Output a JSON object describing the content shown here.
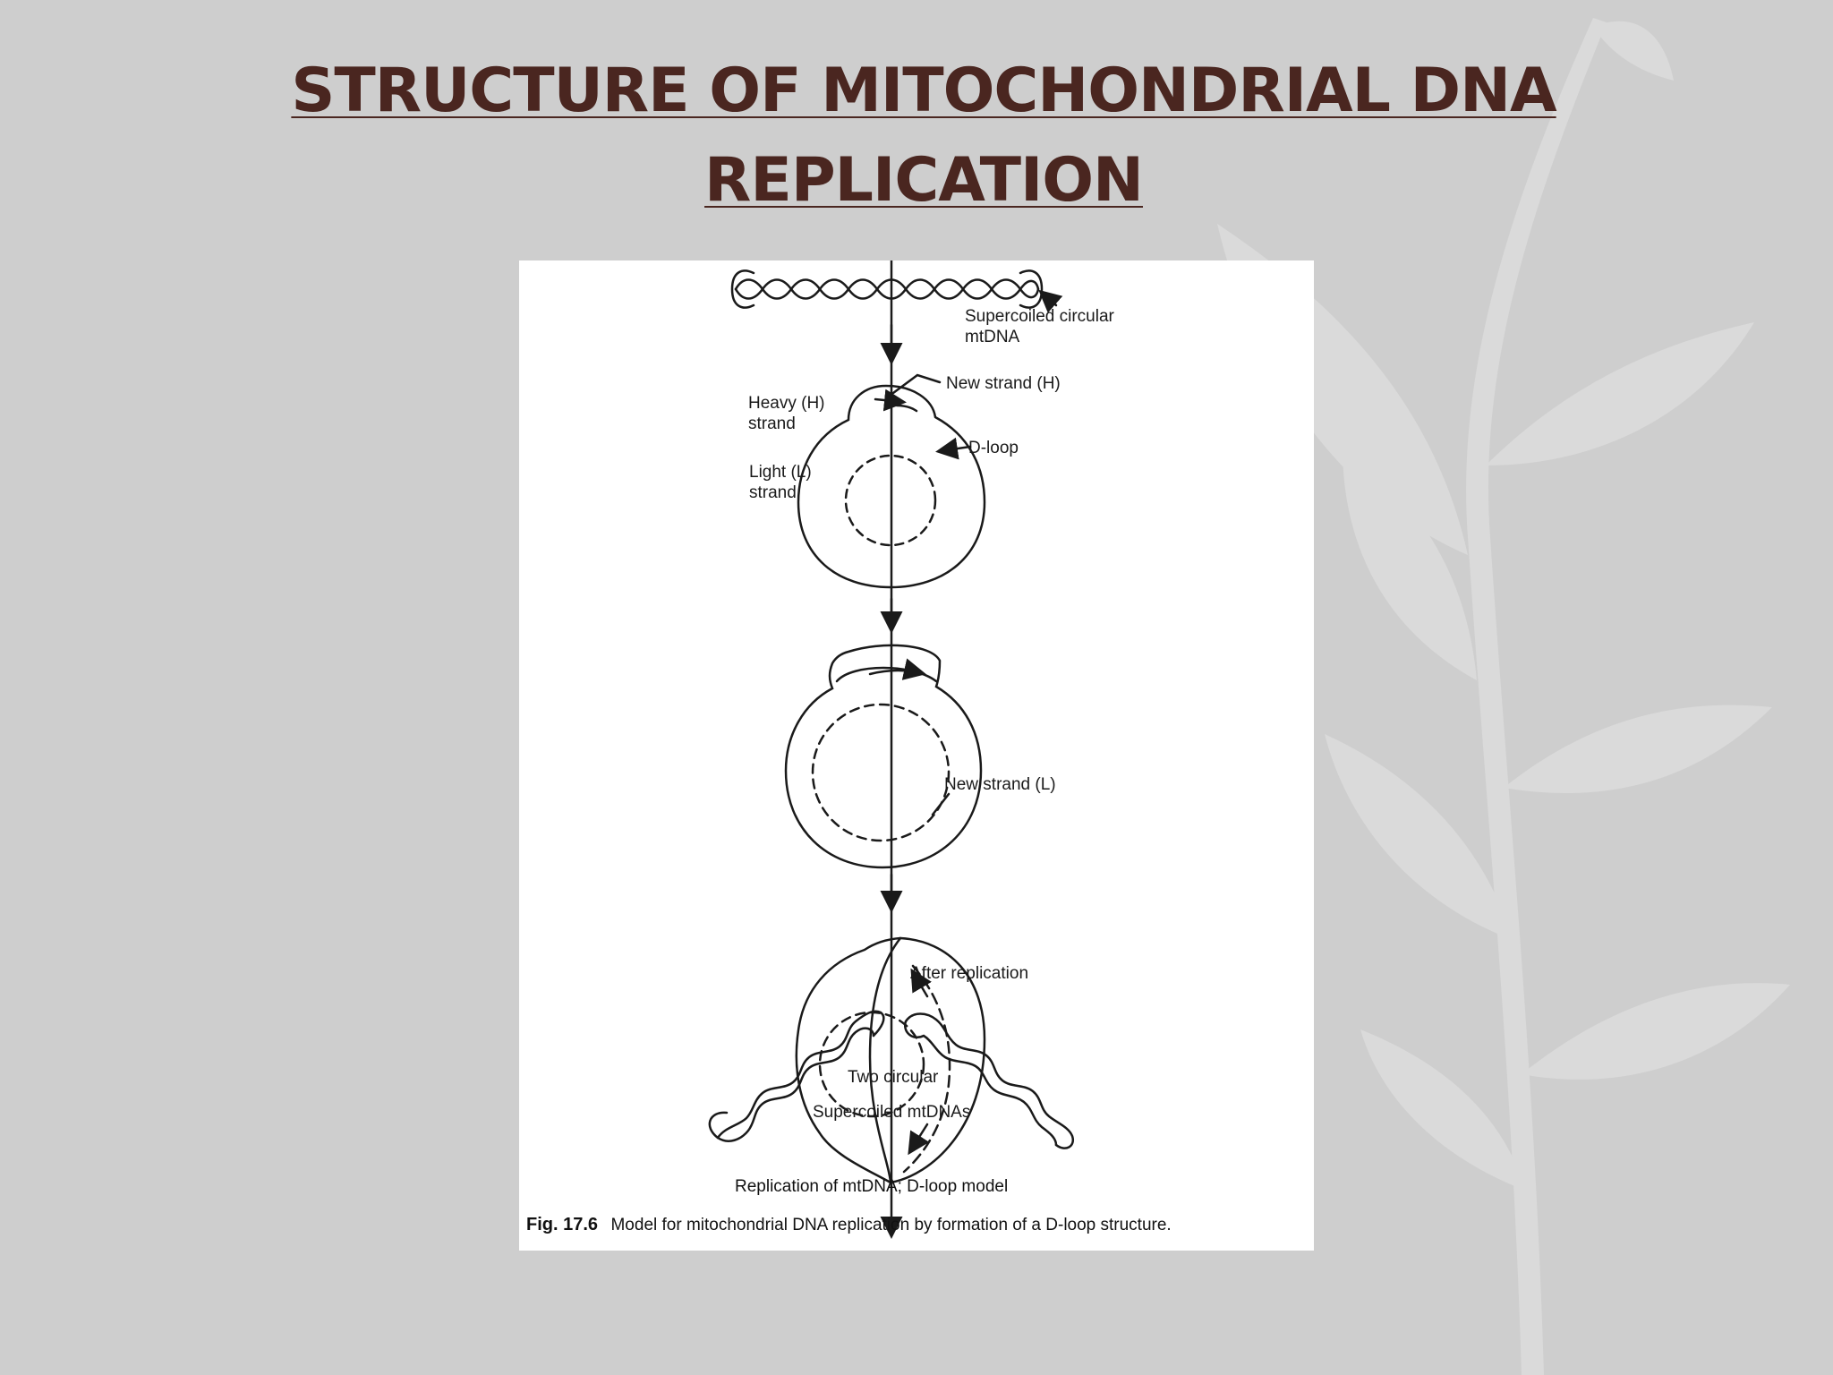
{
  "slide": {
    "title_line1": "STRUCTURE OF MITOCHONDRIAL DNA",
    "title_line2": "REPLICATION"
  },
  "figure": {
    "labels": {
      "supercoiled_line1": "Supercoiled circular",
      "supercoiled_line2": "mtDNA",
      "new_strand_h": "New strand (H)",
      "heavy_line1": "Heavy (H)",
      "heavy_line2": "strand",
      "d_loop": "D-loop",
      "light_line1": "Light (L)",
      "light_line2": "strand",
      "new_strand_l": "New strand (L)",
      "after_replication": "After replication",
      "two_circular": "Two circular",
      "supercoiled_mtdnas": "Supercoiled mtDNAs"
    },
    "subcaption": "Replication of mtDNA; D-loop model",
    "caption_prefix": "Fig. 17.6",
    "caption_text": "Model for mitochondrial DNA replication by formation of a D-loop structure."
  },
  "colors": {
    "title": "#4a2620",
    "background": "#cfcfcf",
    "figure_background": "#ffffff",
    "ink": "#1a1a1a"
  }
}
